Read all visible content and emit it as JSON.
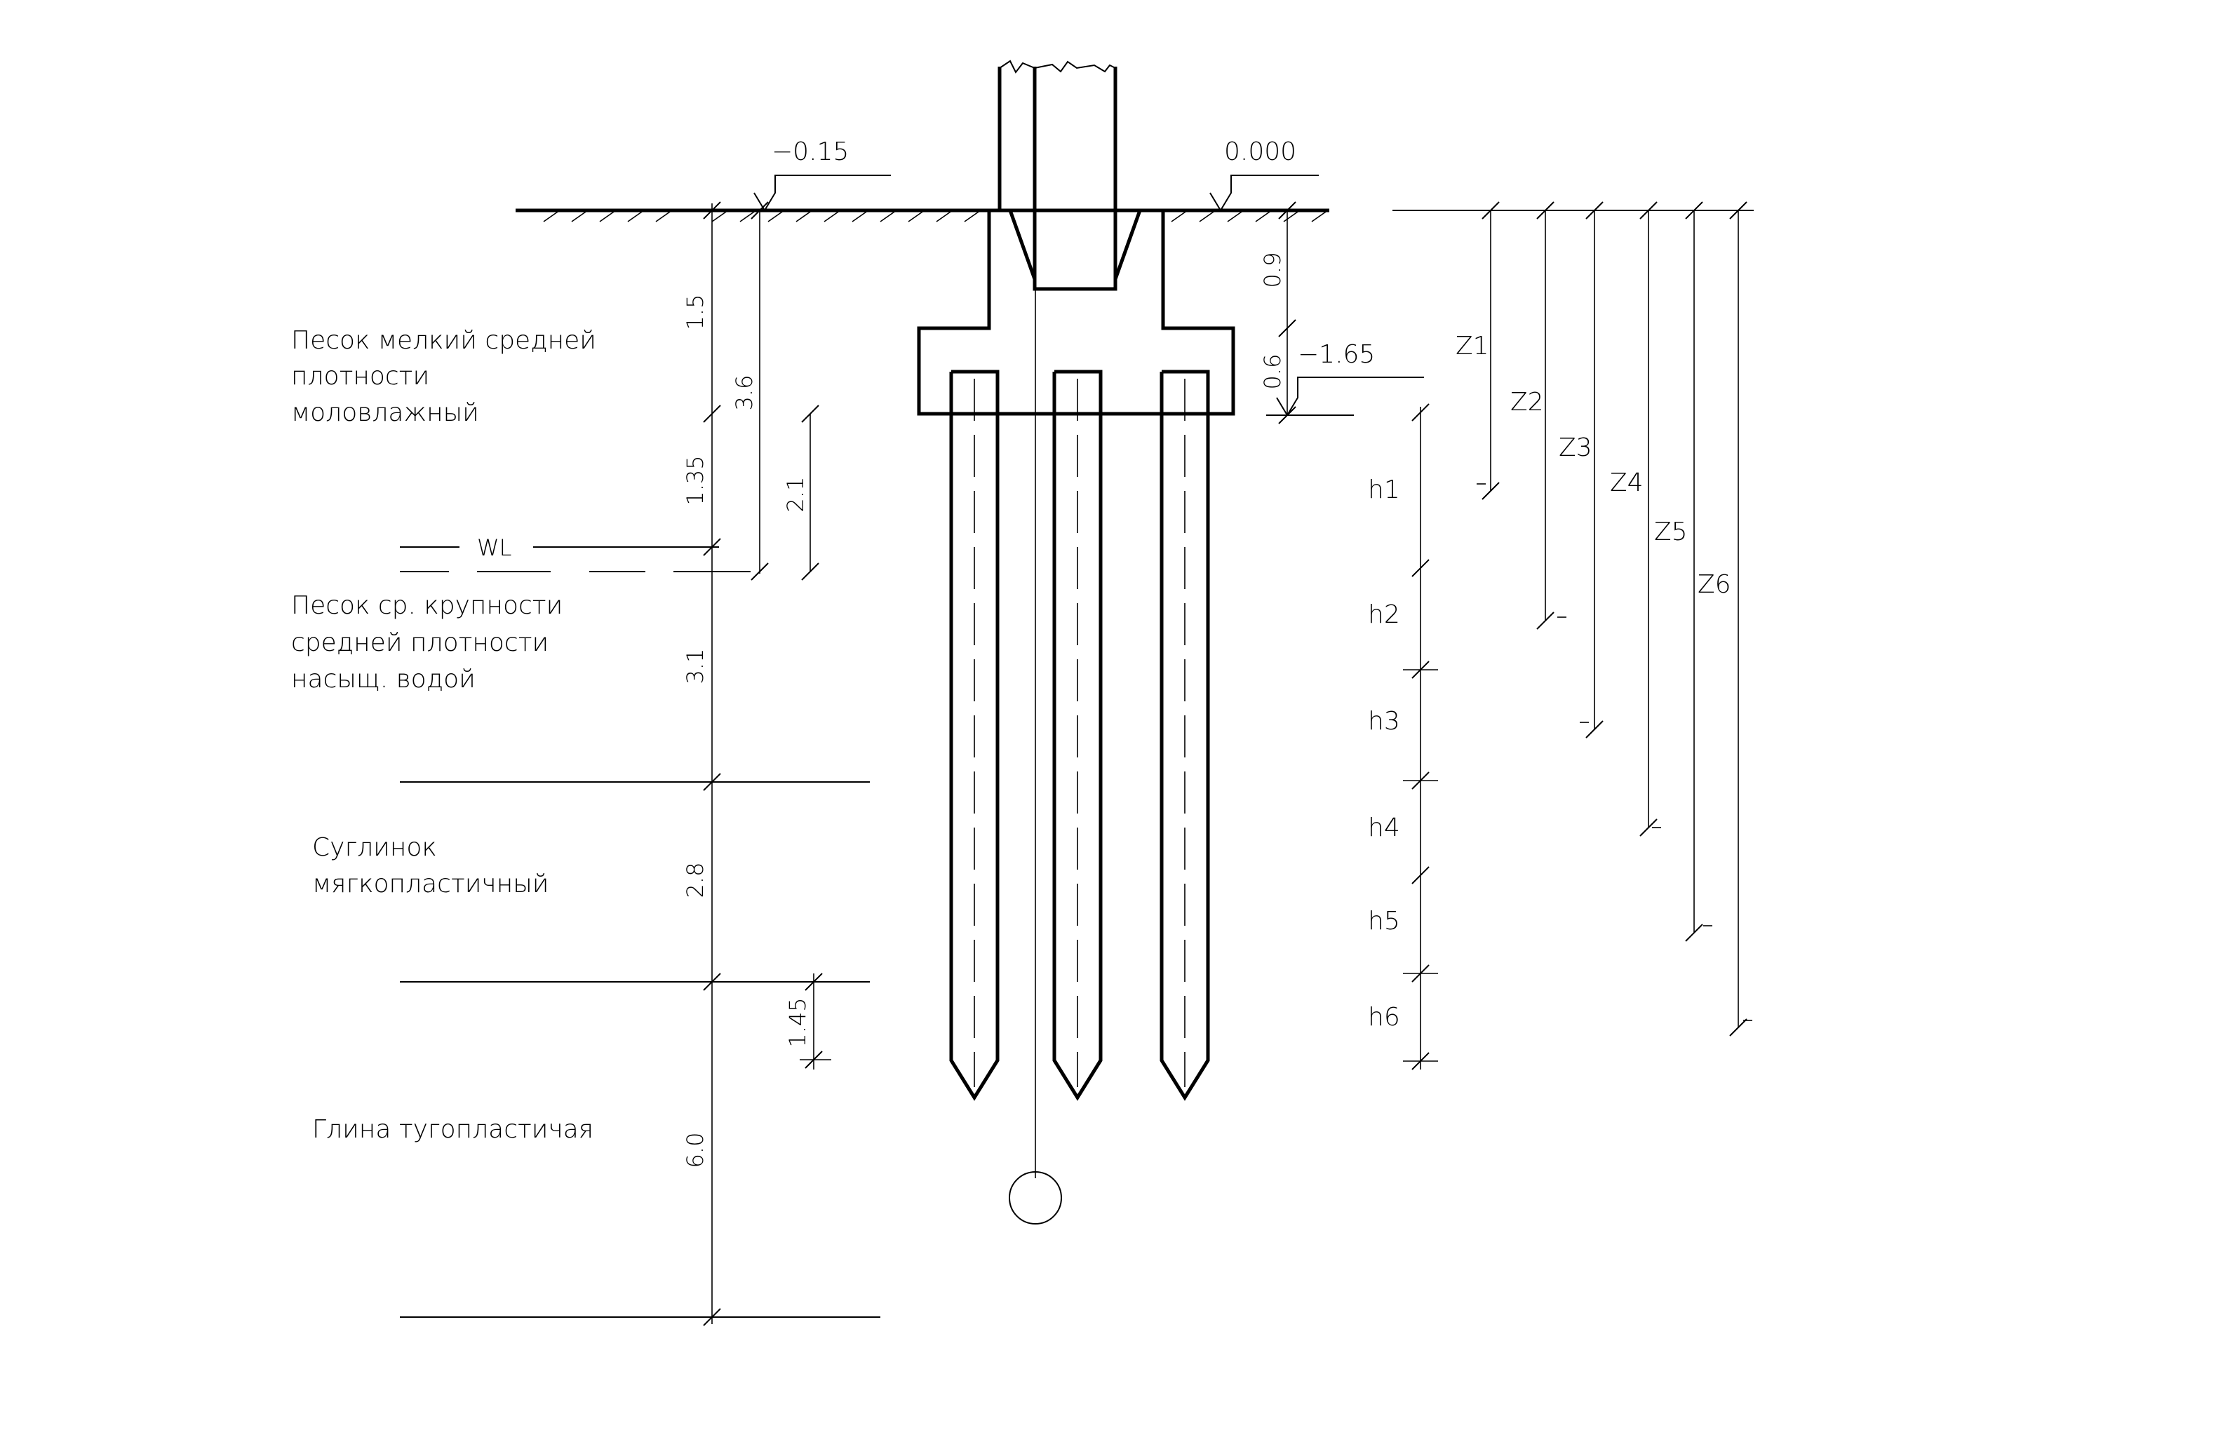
{
  "levels": {
    "elev_left": "−0.15",
    "elev_right": "0.000",
    "elev_base": "−1.65",
    "water_level": "WL"
  },
  "soils": {
    "layer1": [
      "Песок мелкий средней",
      "плотности",
      "моловлажный"
    ],
    "layer2": [
      "Песок ср. крупности",
      "средней плотности",
      "насыщ. водой"
    ],
    "layer3": [
      "Суглинок",
      "мягкопластичный"
    ],
    "layer4": [
      "Глина тугопластичая"
    ]
  },
  "dimensions": {
    "d1_5": "1.5",
    "d1_35": "1.35",
    "d3_1": "3.1",
    "d2_8": "2.8",
    "d6_0": "6.0",
    "d3_6": "3.6",
    "d2_1": "2.1",
    "d1_45": "1.45",
    "d0_9": "0.9",
    "d0_6": "0.6"
  },
  "layer_marks": [
    "h1",
    "h2",
    "h3",
    "h4",
    "h5",
    "h6"
  ],
  "depth_marks": [
    "Z1",
    "Z2",
    "Z3",
    "Z4",
    "Z5",
    "Z6"
  ]
}
